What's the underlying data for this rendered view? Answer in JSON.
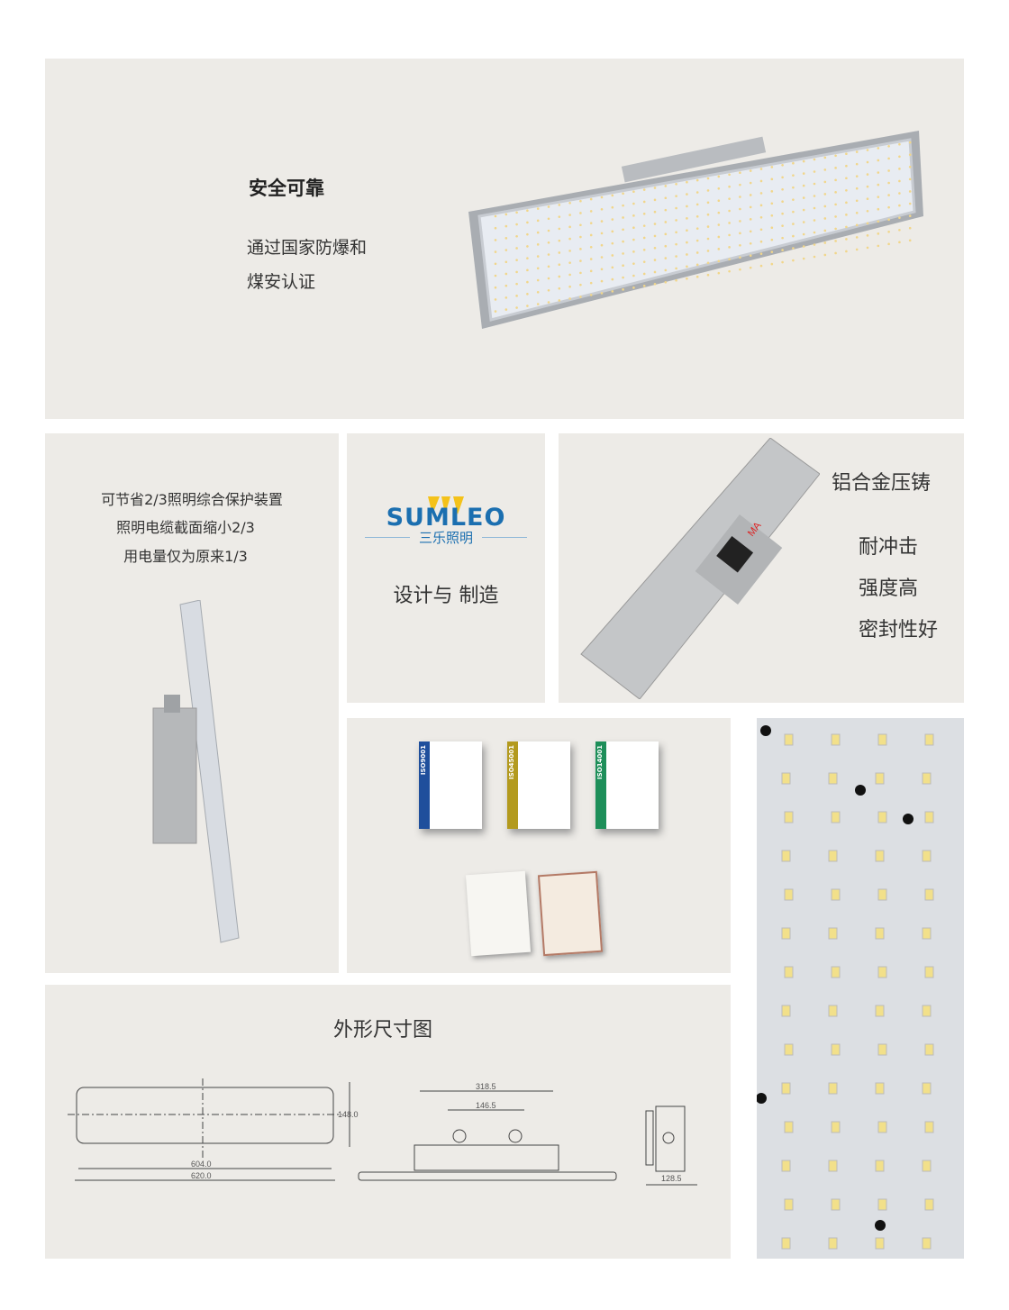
{
  "hero": {
    "title": "安全可靠",
    "lines": [
      "通过国家防爆和",
      "煤安认证"
    ]
  },
  "savings": {
    "lines": [
      "可节省2/3照明综合保护装置",
      "照明电缆截面缩小2/3",
      "用电量仅为原来1/3"
    ]
  },
  "brand": {
    "logo_text": "SUMLEO",
    "logo_cn": "三乐照明",
    "tagline": "设计与 制造"
  },
  "material": {
    "title": "铝合金压铸",
    "features": [
      "耐冲击",
      "强度高",
      "密封性好"
    ],
    "mark": "MA"
  },
  "certificates": {
    "labels": [
      "ISO9001",
      "ISO45001",
      "ISO14001"
    ],
    "colors": [
      "#1f4f9c",
      "#b39a1e",
      "#1e8f5a"
    ]
  },
  "dimensions": {
    "title": "外形尺寸图",
    "values": {
      "length_inner": "604.0",
      "length_outer": "620.0",
      "height": "148.0",
      "span_outer": "318.5",
      "span_inner": "146.5",
      "depth": "128.5"
    }
  },
  "colors": {
    "panel": "#edebe7",
    "logo_blue": "#1b6fb0",
    "logo_yellow": "#f4c21a",
    "led": "#f2e08a"
  }
}
